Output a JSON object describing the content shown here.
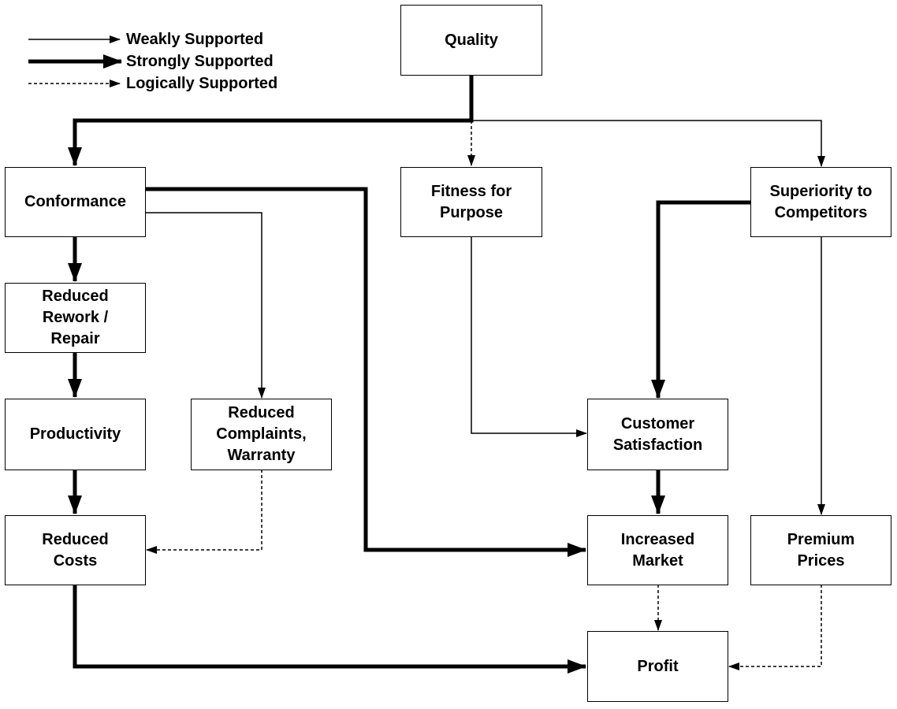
{
  "legend": {
    "weak": "Weakly Supported",
    "strong": "Strongly Supported",
    "logical": "Logically Supported"
  },
  "nodes": {
    "quality": "Quality",
    "conformance": "Conformance",
    "fitness": "Fitness for\nPurpose",
    "superiority": "Superiority to\nCompetitors",
    "rework": "Reduced\nRework /\nRepair",
    "productivity": "Productivity",
    "complaints": "Reduced\nComplaints,\nWarranty",
    "customer": "Customer\nSatisfaction",
    "costs": "Reduced\nCosts",
    "market": "Increased\nMarket",
    "premium": "Premium\nPrices",
    "profit": "Profit"
  },
  "edges": [
    {
      "from": "Quality",
      "to": "Conformance",
      "support": "strong"
    },
    {
      "from": "Quality",
      "to": "Fitness for Purpose",
      "support": "logical"
    },
    {
      "from": "Quality",
      "to": "Superiority to Competitors",
      "support": "weak"
    },
    {
      "from": "Conformance",
      "to": "Reduced Rework / Repair",
      "support": "strong"
    },
    {
      "from": "Conformance",
      "to": "Reduced Complaints, Warranty",
      "support": "weak"
    },
    {
      "from": "Conformance",
      "to": "Increased Market",
      "support": "strong"
    },
    {
      "from": "Reduced Rework / Repair",
      "to": "Productivity",
      "support": "strong"
    },
    {
      "from": "Productivity",
      "to": "Reduced Costs",
      "support": "strong"
    },
    {
      "from": "Reduced Complaints, Warranty",
      "to": "Reduced Costs",
      "support": "logical"
    },
    {
      "from": "Fitness for Purpose",
      "to": "Customer Satisfaction",
      "support": "weak"
    },
    {
      "from": "Superiority to Competitors",
      "to": "Customer Satisfaction",
      "support": "strong"
    },
    {
      "from": "Superiority to Competitors",
      "to": "Premium Prices",
      "support": "weak"
    },
    {
      "from": "Customer Satisfaction",
      "to": "Increased Market",
      "support": "strong"
    },
    {
      "from": "Increased Market",
      "to": "Profit",
      "support": "logical"
    },
    {
      "from": "Premium Prices",
      "to": "Profit",
      "support": "logical"
    },
    {
      "from": "Reduced Costs",
      "to": "Profit",
      "support": "strong"
    }
  ]
}
